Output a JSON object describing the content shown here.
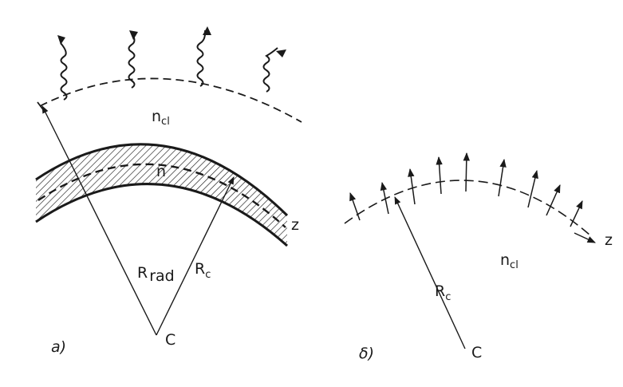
{
  "panel_a": {
    "caption": "a)",
    "n_cl": {
      "base": "n",
      "sub": "cl"
    },
    "n_core": "n",
    "z_label": "z",
    "r_rad": {
      "base": "R",
      "sub": "rad"
    },
    "r_c": {
      "base": "R",
      "sub": "c"
    },
    "center_label": "C"
  },
  "panel_b": {
    "caption": "δ)",
    "n_cl": {
      "base": "n",
      "sub": "cl"
    },
    "z_label": "z",
    "r_c": {
      "base": "R",
      "sub": "c"
    },
    "center_label": "C"
  },
  "colors": {
    "ink": "#1a1a1a",
    "background": "#ffffff"
  },
  "icons": [
    "radiation-wave-icon",
    "arrow-icon"
  ]
}
